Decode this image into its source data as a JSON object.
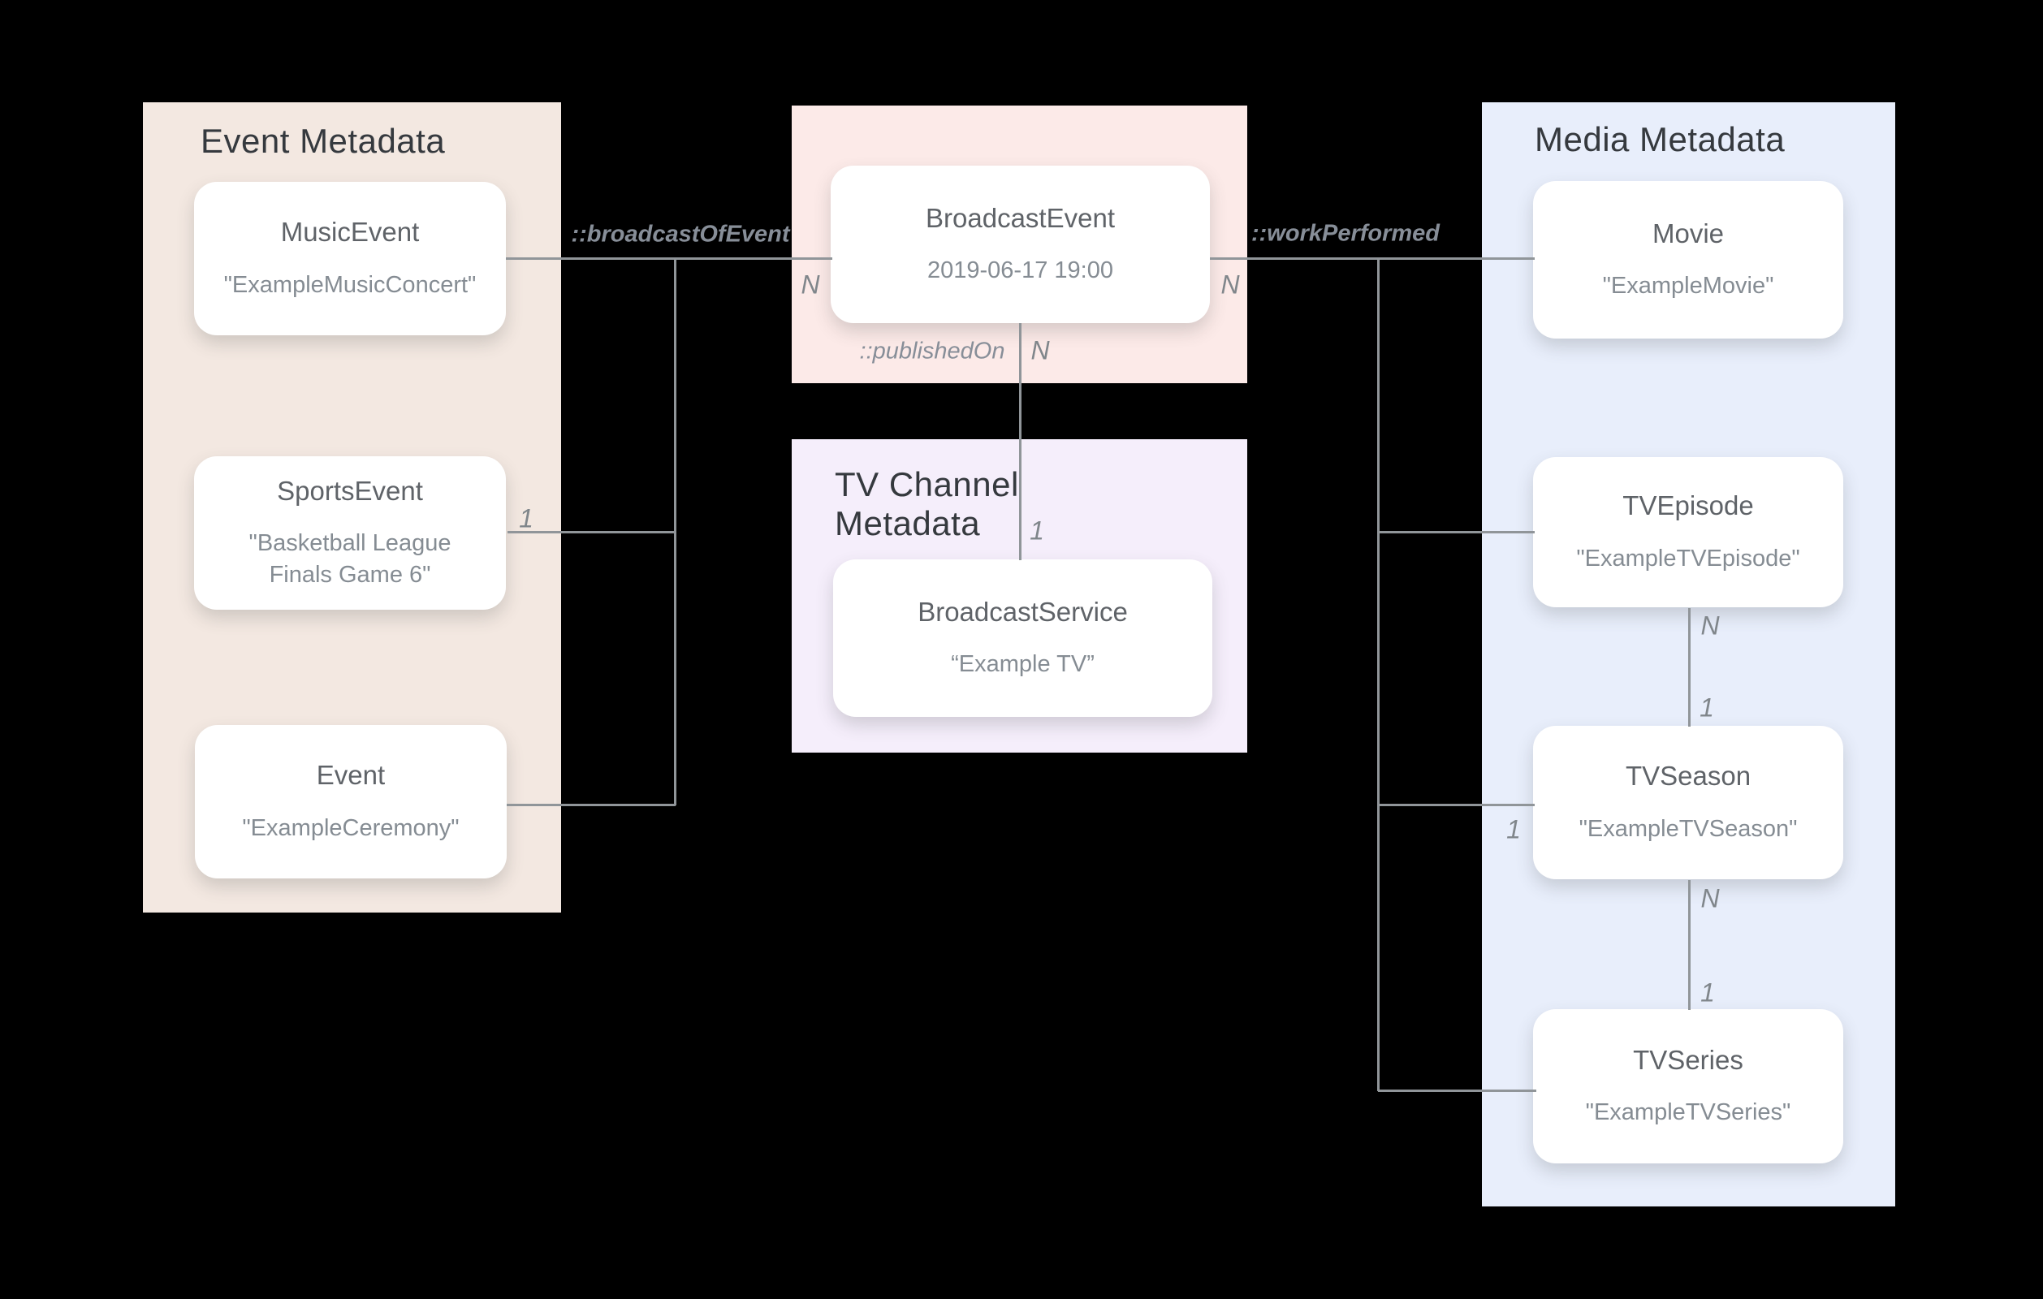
{
  "colors": {
    "background": "#000000",
    "event_panel": "#f3e8e1",
    "broadcast_panel": "#fceae8",
    "tv_channel_panel": "#f5eefb",
    "media_panel": "#e8eefb",
    "card": "#ffffff",
    "connector_line": "#909599",
    "panel_title": "#35393e",
    "card_title": "#5f6368",
    "card_value": "#858c93",
    "edge_label": "#878e98"
  },
  "panels": {
    "event": {
      "title": "Event Metadata"
    },
    "tv_channel": {
      "title": "TV Channel Metadata"
    },
    "media": {
      "title": "Media Metadata"
    }
  },
  "cards": {
    "music_event": {
      "title": "MusicEvent",
      "value": "\"ExampleMusicConcert\""
    },
    "sports_event": {
      "title": "SportsEvent",
      "value": "\"Basketball League Finals Game 6\""
    },
    "event": {
      "title": "Event",
      "value": "\"ExampleCeremony\""
    },
    "broadcast_event": {
      "title": "BroadcastEvent",
      "value": "2019-06-17 19:00"
    },
    "broadcast_service": {
      "title": "BroadcastService",
      "value": "“Example TV”"
    },
    "movie": {
      "title": "Movie",
      "value": "\"ExampleMovie\""
    },
    "tv_episode": {
      "title": "TVEpisode",
      "value": "\"ExampleTVEpisode\""
    },
    "tv_season": {
      "title": "TVSeason",
      "value": "\"ExampleTVSeason\""
    },
    "tv_series": {
      "title": "TVSeries",
      "value": "\"ExampleTVSeries\""
    }
  },
  "relations": {
    "broadcast_of_event": {
      "label": "::broadcastOfEvent"
    },
    "work_performed": {
      "label": "::workPerformed"
    },
    "published_on": {
      "label": "::publishedOn"
    }
  },
  "cardinalities": {
    "broadcast_event_left": "N",
    "broadcast_event_right": "N",
    "published_on_source": "N",
    "published_on_target": "1",
    "sports_event": "1",
    "tv_episode_bottom": "N",
    "tv_season_top": "1",
    "tv_season_left": "1",
    "tv_season_bottom": "N",
    "tv_series_top": "1"
  }
}
